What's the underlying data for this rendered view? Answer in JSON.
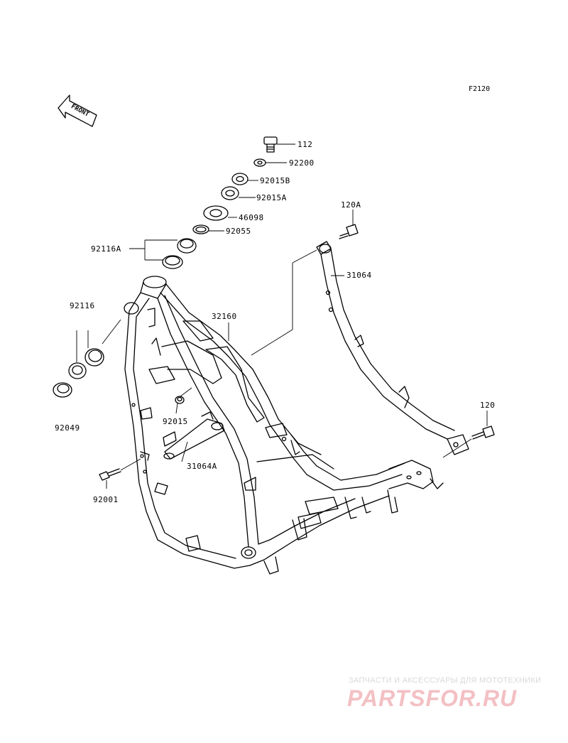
{
  "figure_code": "F2120",
  "front_arrow_label": "FRONT",
  "part_labels": {
    "p112": "112",
    "p92200": "92200",
    "p92015B": "92015B",
    "p92015A": "92015A",
    "p46098": "46098",
    "p92055": "92055",
    "p92116A": "92116A",
    "p120A": "120A",
    "p31064": "31064",
    "p32160": "32160",
    "p92116": "92116",
    "p92015": "92015",
    "p31064A": "31064A",
    "p120": "120",
    "p92049": "92049",
    "p92001": "92001"
  },
  "watermark": {
    "caption": "ЗАПЧАСТИ И АКСЕССУАРЫ ДЛЯ МОТОТЕХНИКИ",
    "logo": "PARTSFOR.RU",
    "logo_color": "#f3c0c4",
    "caption_color": "#d9d9d9"
  }
}
